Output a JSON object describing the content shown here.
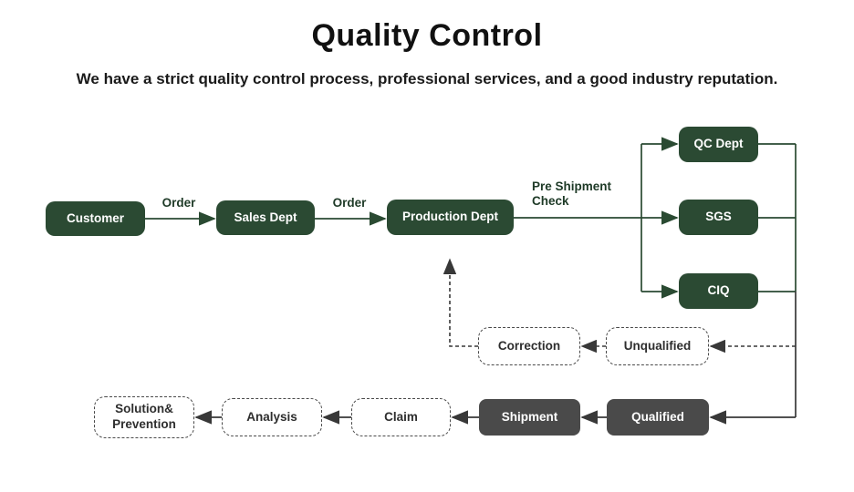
{
  "header": {
    "title": "Quality Control",
    "subtitle": "We have a strict quality control process, professional services, and a good industry reputation."
  },
  "colors": {
    "node_green": "#2b4a33",
    "node_gray": "#4a4a4a",
    "dashed_border": "#4a4a4a",
    "line_green": "#2a4a32",
    "line_dark": "#383838",
    "edge_label_green": "#1e3a27",
    "title_color": "#111111"
  },
  "nodes": {
    "customer": {
      "label": "Customer",
      "style": "solid-green"
    },
    "sales_dept": {
      "label": "Sales Dept",
      "style": "solid-green"
    },
    "production_dept": {
      "label": "Production Dept",
      "style": "solid-green"
    },
    "qc_dept": {
      "label": "QC Dept",
      "style": "solid-green"
    },
    "sgs": {
      "label": "SGS",
      "style": "solid-green"
    },
    "ciq": {
      "label": "CIQ",
      "style": "solid-green"
    },
    "correction": {
      "label": "Correction",
      "style": "dashed"
    },
    "unqualified": {
      "label": "Unqualified",
      "style": "dashed"
    },
    "qualified": {
      "label": "Qualified",
      "style": "solid-gray"
    },
    "shipment": {
      "label": "Shipment",
      "style": "solid-gray"
    },
    "claim": {
      "label": "Claim",
      "style": "dashed"
    },
    "analysis": {
      "label": "Analysis",
      "style": "dashed"
    },
    "solution_prevention": {
      "label": "Solution& Prevention",
      "style": "dashed"
    }
  },
  "edge_labels": {
    "order_1": "Order",
    "order_2": "Order",
    "pre_shipment_check": "Pre Shipment Check"
  },
  "flow": {
    "main_path": [
      "Customer",
      "Sales Dept",
      "Production Dept",
      "QC Dept / SGS / CIQ",
      "Qualified",
      "Shipment"
    ],
    "rework_path": [
      "Unqualified",
      "Correction",
      "Production Dept"
    ],
    "claim_path": [
      "Shipment",
      "Claim",
      "Analysis",
      "Solution& Prevention"
    ]
  }
}
